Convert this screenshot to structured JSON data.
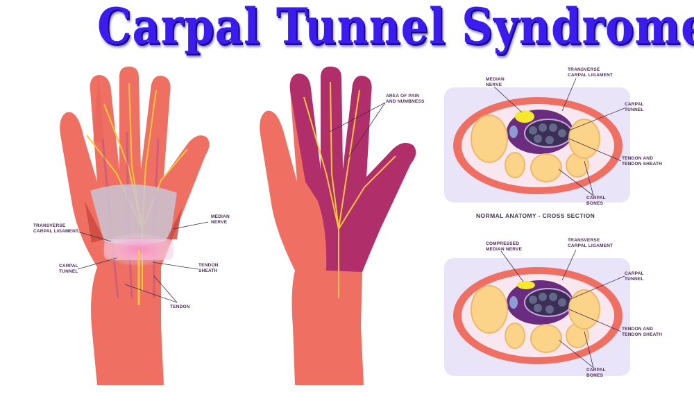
{
  "title": "Carpal Tunnel Syndrome",
  "hand1": {
    "label_median": [
      "MEDIAN",
      "NERVE"
    ],
    "label_ligament": [
      "TRANSVERSE",
      "CARPAL LIGAMENT"
    ],
    "label_tunnel": [
      "CARPAL",
      "TUNNEL"
    ],
    "label_sheath": [
      "TENDON",
      "SHEATH"
    ],
    "label_tendon": "TENDON"
  },
  "hand2": {
    "label_pain": [
      "AREA OF PAIN",
      "AND NUMBNESS"
    ]
  },
  "cross_normal": {
    "label_median": [
      "MEDIAN",
      "NERVE"
    ],
    "label_ligament": [
      "TRANSVERSE",
      "CARPAL LIGAMENT"
    ],
    "label_tunnel": [
      "CARPAL",
      "TUNNEL"
    ],
    "label_tendon": [
      "TENDON AND",
      "TENDON SHEATH"
    ],
    "label_bones": [
      "CARPAL",
      "BONES"
    ],
    "caption": "NORMAL ANATOMY - CROSS SECTION"
  },
  "cross_compressed": {
    "label_median": [
      "COMPRESSED",
      "MEDIAN NERVE"
    ],
    "label_ligament": [
      "TRANSVERSE",
      "CARPAL LIGAMENT"
    ],
    "label_tunnel": [
      "CARPAL",
      "TUNNEL"
    ],
    "label_tendon": [
      "TENDON AND",
      "TENDON SHEATH"
    ],
    "label_bones": [
      "CARPAL",
      "BONES"
    ]
  },
  "colors": {
    "title": "#3b1bf0",
    "skin": "#ef6f62",
    "skin_dark": "#c9473f",
    "palm_pain": "#a8276a",
    "nerve": "#f6c83a",
    "panel_bg": "#e9e4f7",
    "bone": "#fbd48a",
    "tunnel": "#6a2c7e"
  }
}
